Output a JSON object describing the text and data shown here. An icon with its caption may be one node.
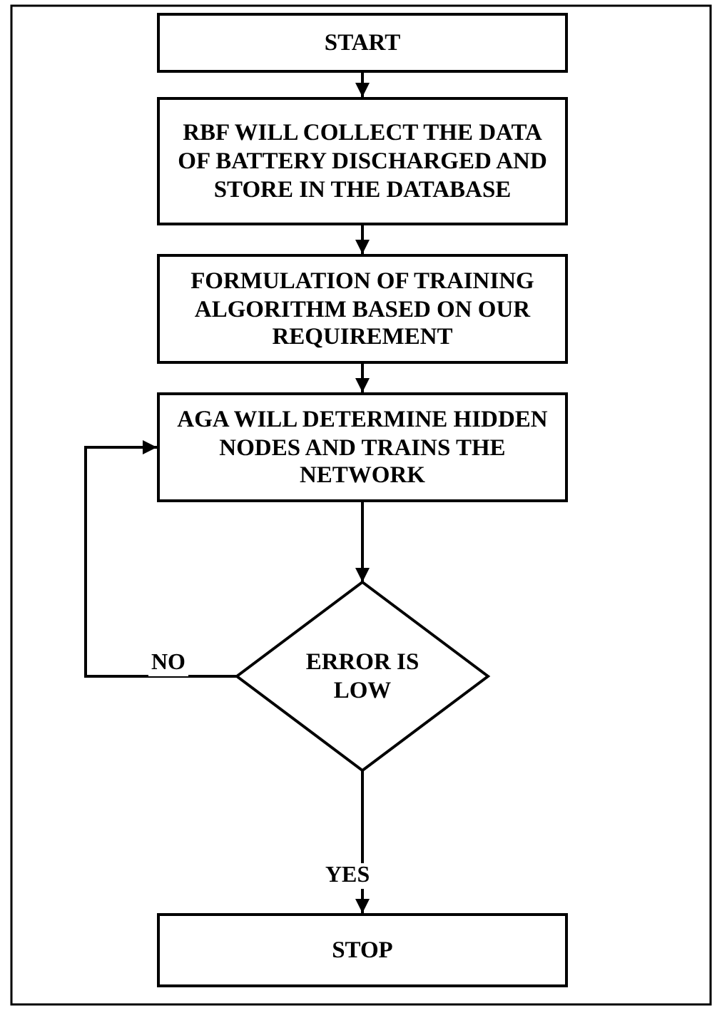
{
  "diagram": {
    "nodes": [
      {
        "text": [
          "START"
        ]
      },
      {
        "text": [
          "RBF WILL COLLECT THE DATA OF BATTERY DISCHARGED AND STORE IN THE DATABASE"
        ]
      },
      {
        "text": [
          "FORMULATION OF TRAINING ALGORITHM BASED ON OUR REQUIREMENT"
        ]
      },
      {
        "text": [
          "AGA WILL DETERMINE HIDDEN NODES AND TRAINS THE NETWORK"
        ]
      },
      {
        "text": [
          "ERROR IS LOW"
        ]
      },
      {
        "text": [
          "STOP"
        ]
      }
    ],
    "edges": [
      {
        "from": 0,
        "to": 1,
        "arrow": "to"
      },
      {
        "from": 1,
        "to": 2,
        "arrow": "to"
      },
      {
        "from": 2,
        "to": 3,
        "arrow": "to"
      },
      {
        "from": 3,
        "to": 4,
        "arrow": "to"
      },
      {
        "from": 4,
        "to": 3,
        "arrow": "to",
        "label": "NO"
      },
      {
        "from": 4,
        "to": 5,
        "arrow": "to",
        "label": "YES"
      }
    ]
  }
}
